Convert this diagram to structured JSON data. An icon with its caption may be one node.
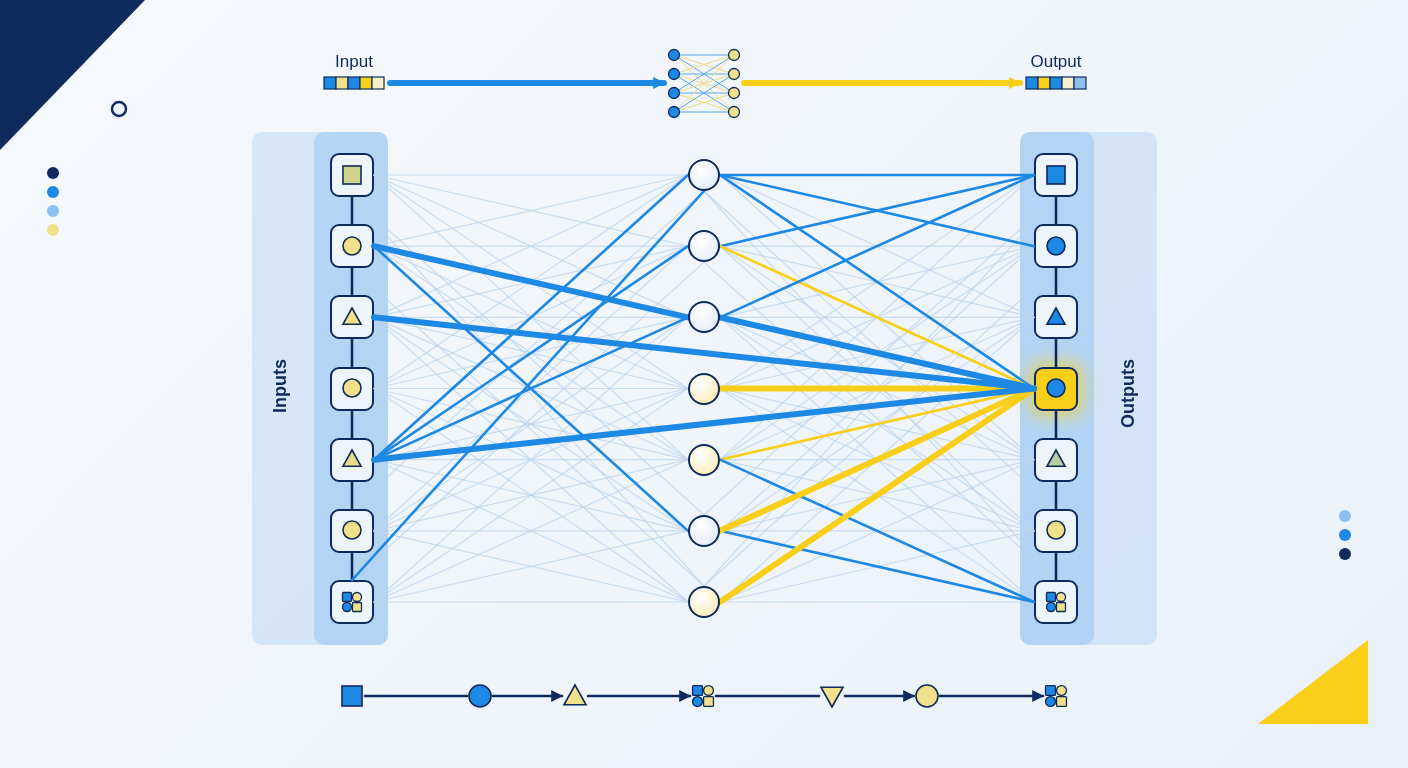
{
  "diagram": {
    "nodes": [
      {
        "text": [
          "Input"
        ]
      },
      {
        "text": [],
        "shape": "network"
      },
      {
        "text": [
          "Output"
        ]
      },
      {
        "text": [
          "Inputs"
        ]
      },
      {
        "text": [],
        "shape": "box",
        "in": 3
      },
      {
        "text": [],
        "shape": "box",
        "in": 3
      },
      {
        "text": [],
        "shape": "box",
        "in": 3
      },
      {
        "text": [],
        "shape": "box",
        "in": 3
      },
      {
        "text": [],
        "shape": "box",
        "in": 3
      },
      {
        "text": [],
        "shape": "box",
        "in": 3
      },
      {
        "text": [],
        "shape": "box",
        "in": 3
      },
      {
        "text": [],
        "shape": "circle"
      },
      {
        "text": [],
        "shape": "circle"
      },
      {
        "text": [],
        "shape": "circle"
      },
      {
        "text": [],
        "shape": "circle"
      },
      {
        "text": [],
        "shape": "circle"
      },
      {
        "text": [],
        "shape": "circle"
      },
      {
        "text": [],
        "shape": "circle"
      },
      {
        "text": [
          "Outputs"
        ]
      },
      {
        "text": [],
        "shape": "box",
        "in": 18
      },
      {
        "text": [],
        "shape": "box",
        "in": 18
      },
      {
        "text": [],
        "shape": "box",
        "in": 18
      },
      {
        "text": [],
        "shape": "box",
        "in": 18
      },
      {
        "text": [],
        "shape": "box",
        "in": 18
      },
      {
        "text": [],
        "shape": "box",
        "in": 18
      },
      {
        "text": [],
        "shape": "box",
        "in": 18
      },
      {
        "text": [],
        "shape": "square"
      },
      {
        "text": [],
        "shape": "circle"
      },
      {
        "text": [],
        "shape": "triangle"
      },
      {
        "text": [],
        "shape": "grid"
      },
      {
        "text": [],
        "shape": "triangle"
      },
      {
        "text": [],
        "shape": "circle"
      },
      {
        "text": [],
        "shape": "grid"
      }
    ],
    "edges": [
      {
        "from": 0,
        "to": 1,
        "arrow": "to",
        "style": "thick",
        "color": "#1e88e5"
      },
      {
        "from": 1,
        "to": 2,
        "arrow": "to",
        "style": "thick",
        "color": "#f9cf1a"
      },
      {
        "from": 4,
        "to": 5,
        "arrow": "none",
        "color": "#0f2a5c"
      },
      {
        "from": 5,
        "to": 6,
        "arrow": "none",
        "color": "#0f2a5c"
      },
      {
        "from": 6,
        "to": 7,
        "arrow": "none",
        "color": "#0f2a5c"
      },
      {
        "from": 7,
        "to": 8,
        "arrow": "none",
        "color": "#0f2a5c"
      },
      {
        "from": 8,
        "to": 9,
        "arrow": "none",
        "color": "#0f2a5c"
      },
      {
        "from": 9,
        "to": 10,
        "arrow": "none",
        "color": "#0f2a5c"
      },
      {
        "from": 19,
        "to": 20,
        "arrow": "none",
        "color": "#0f2a5c"
      },
      {
        "from": 20,
        "to": 21,
        "arrow": "none",
        "color": "#0f2a5c"
      },
      {
        "from": 21,
        "to": 22,
        "arrow": "none",
        "color": "#0f2a5c"
      },
      {
        "from": 22,
        "to": 23,
        "arrow": "none",
        "color": "#0f2a5c"
      },
      {
        "from": 23,
        "to": 24,
        "arrow": "none",
        "color": "#0f2a5c"
      },
      {
        "from": 24,
        "to": 25,
        "arrow": "none",
        "color": "#0f2a5c"
      },
      {
        "from": 4,
        "to": 11,
        "arrow": "none"
      },
      {
        "from": 4,
        "to": 12,
        "arrow": "none"
      },
      {
        "from": 4,
        "to": 13,
        "arrow": "none"
      },
      {
        "from": 4,
        "to": 14,
        "arrow": "none"
      },
      {
        "from": 4,
        "to": 15,
        "arrow": "none"
      },
      {
        "from": 4,
        "to": 16,
        "arrow": "none"
      },
      {
        "from": 4,
        "to": 17,
        "arrow": "none"
      },
      {
        "from": 5,
        "to": 11,
        "arrow": "none"
      },
      {
        "from": 5,
        "to": 12,
        "arrow": "none"
      },
      {
        "from": 5,
        "to": 13,
        "arrow": "none",
        "style": "thick",
        "color": "#1e88e5"
      },
      {
        "from": 5,
        "to": 14,
        "arrow": "none"
      },
      {
        "from": 5,
        "to": 15,
        "arrow": "none"
      },
      {
        "from": 5,
        "to": 16,
        "arrow": "none",
        "color": "#1e88e5"
      },
      {
        "from": 5,
        "to": 17,
        "arrow": "none"
      },
      {
        "from": 6,
        "to": 11,
        "arrow": "none"
      },
      {
        "from": 6,
        "to": 12,
        "arrow": "none"
      },
      {
        "from": 6,
        "to": 13,
        "arrow": "none"
      },
      {
        "from": 6,
        "to": 14,
        "arrow": "none"
      },
      {
        "from": 6,
        "to": 15,
        "arrow": "none"
      },
      {
        "from": 6,
        "to": 16,
        "arrow": "none"
      },
      {
        "from": 6,
        "to": 17,
        "arrow": "none"
      },
      {
        "from": 7,
        "to": 11,
        "arrow": "none"
      },
      {
        "from": 7,
        "to": 12,
        "arrow": "none"
      },
      {
        "from": 7,
        "to": 13,
        "arrow": "none"
      },
      {
        "from": 7,
        "to": 14,
        "arrow": "none"
      },
      {
        "from": 7,
        "to": 15,
        "arrow": "none"
      },
      {
        "from": 7,
        "to": 16,
        "arrow": "none"
      },
      {
        "from": 7,
        "to": 17,
        "arrow": "none"
      },
      {
        "from": 8,
        "to": 11,
        "arrow": "none",
        "color": "#1e88e5"
      },
      {
        "from": 8,
        "to": 12,
        "arrow": "none",
        "color": "#1e88e5"
      },
      {
        "from": 8,
        "to": 13,
        "arrow": "none",
        "color": "#1e88e5"
      },
      {
        "from": 8,
        "to": 14,
        "arrow": "none"
      },
      {
        "from": 8,
        "to": 15,
        "arrow": "none"
      },
      {
        "from": 8,
        "to": 16,
        "arrow": "none"
      },
      {
        "from": 8,
        "to": 17,
        "arrow": "none"
      },
      {
        "from": 9,
        "to": 11,
        "arrow": "none"
      },
      {
        "from": 9,
        "to": 12,
        "arrow": "none"
      },
      {
        "from": 9,
        "to": 13,
        "arrow": "none"
      },
      {
        "from": 9,
        "to": 14,
        "arrow": "none"
      },
      {
        "from": 9,
        "to": 15,
        "arrow": "none"
      },
      {
        "from": 9,
        "to": 16,
        "arrow": "none"
      },
      {
        "from": 9,
        "to": 17,
        "arrow": "none"
      },
      {
        "from": 10,
        "to": 11,
        "arrow": "none",
        "color": "#1e88e5"
      },
      {
        "from": 10,
        "to": 12,
        "arrow": "none"
      },
      {
        "from": 10,
        "to": 13,
        "arrow": "none"
      },
      {
        "from": 10,
        "to": 14,
        "arrow": "none"
      },
      {
        "from": 10,
        "to": 15,
        "arrow": "none"
      },
      {
        "from": 10,
        "to": 16,
        "arrow": "none"
      },
      {
        "from": 10,
        "to": 17,
        "arrow": "none"
      },
      {
        "from": 11,
        "to": 19,
        "arrow": "none",
        "color": "#1e88e5"
      },
      {
        "from": 11,
        "to": 20,
        "arrow": "none",
        "color": "#1e88e5"
      },
      {
        "from": 11,
        "to": 21,
        "arrow": "none"
      },
      {
        "from": 11,
        "to": 22,
        "arrow": "none",
        "color": "#1e88e5"
      },
      {
        "from": 11,
        "to": 23,
        "arrow": "none"
      },
      {
        "from": 11,
        "to": 24,
        "arrow": "none"
      },
      {
        "from": 11,
        "to": 25,
        "arrow": "none"
      },
      {
        "from": 12,
        "to": 19,
        "arrow": "none",
        "color": "#1e88e5"
      },
      {
        "from": 12,
        "to": 20,
        "arrow": "none"
      },
      {
        "from": 12,
        "to": 21,
        "arrow": "none"
      },
      {
        "from": 12,
        "to": 22,
        "arrow": "none",
        "color": "#f9cf1a"
      },
      {
        "from": 12,
        "to": 23,
        "arrow": "none"
      },
      {
        "from": 12,
        "to": 24,
        "arrow": "none"
      },
      {
        "from": 12,
        "to": 25,
        "arrow": "none"
      },
      {
        "from": 13,
        "to": 19,
        "arrow": "none",
        "color": "#1e88e5"
      },
      {
        "from": 13,
        "to": 20,
        "arrow": "none"
      },
      {
        "from": 13,
        "to": 21,
        "arrow": "none"
      },
      {
        "from": 13,
        "to": 22,
        "arrow": "none",
        "style": "thick",
        "color": "#1e88e5"
      },
      {
        "from": 13,
        "to": 23,
        "arrow": "none"
      },
      {
        "from": 13,
        "to": 24,
        "arrow": "none"
      },
      {
        "from": 13,
        "to": 25,
        "arrow": "none"
      },
      {
        "from": 14,
        "to": 19,
        "arrow": "none"
      },
      {
        "from": 14,
        "to": 20,
        "arrow": "none"
      },
      {
        "from": 14,
        "to": 21,
        "arrow": "none"
      },
      {
        "from": 14,
        "to": 22,
        "arrow": "none",
        "style": "thick",
        "color": "#f9cf1a"
      },
      {
        "from": 14,
        "to": 23,
        "arrow": "none"
      },
      {
        "from": 14,
        "to": 24,
        "arrow": "none"
      },
      {
        "from": 14,
        "to": 25,
        "arrow": "none"
      },
      {
        "from": 15,
        "to": 19,
        "arrow": "none"
      },
      {
        "from": 15,
        "to": 20,
        "arrow": "none"
      },
      {
        "from": 15,
        "to": 21,
        "arrow": "none"
      },
      {
        "from": 15,
        "to": 22,
        "arrow": "none",
        "color": "#f9cf1a"
      },
      {
        "from": 15,
        "to": 23,
        "arrow": "none"
      },
      {
        "from": 15,
        "to": 24,
        "arrow": "none"
      },
      {
        "from": 15,
        "to": 25,
        "arrow": "none",
        "color": "#1e88e5"
      },
      {
        "from": 16,
        "to": 19,
        "arrow": "none"
      },
      {
        "from": 16,
        "to": 20,
        "arrow": "none"
      },
      {
        "from": 16,
        "to": 21,
        "arrow": "none"
      },
      {
        "from": 16,
        "to": 22,
        "arrow": "none",
        "style": "thick",
        "color": "#f9cf1a"
      },
      {
        "from": 16,
        "to": 23,
        "arrow": "none"
      },
      {
        "from": 16,
        "to": 24,
        "arrow": "none"
      },
      {
        "from": 16,
        "to": 25,
        "arrow": "none",
        "color": "#1e88e5"
      },
      {
        "from": 17,
        "to": 19,
        "arrow": "none"
      },
      {
        "from": 17,
        "to": 20,
        "arrow": "none"
      },
      {
        "from": 17,
        "to": 21,
        "arrow": "none"
      },
      {
        "from": 17,
        "to": 22,
        "arrow": "none",
        "style": "thick",
        "color": "#f9cf1a"
      },
      {
        "from": 17,
        "to": 23,
        "arrow": "none"
      },
      {
        "from": 17,
        "to": 24,
        "arrow": "none"
      },
      {
        "from": 17,
        "to": 25,
        "arrow": "none"
      },
      {
        "from": 6,
        "to": 22,
        "arrow": "none",
        "style": "thick",
        "color": "#1e88e5"
      },
      {
        "from": 8,
        "to": 22,
        "arrow": "none",
        "style": "thick",
        "color": "#1e88e5"
      },
      {
        "from": 26,
        "to": 27,
        "arrow": "none",
        "color": "#0f2a5c"
      },
      {
        "from": 27,
        "to": 28,
        "arrow": "to",
        "color": "#0f2a5c"
      },
      {
        "from": 28,
        "to": 29,
        "arrow": "to",
        "color": "#0f2a5c"
      },
      {
        "from": 29,
        "to": 30,
        "arrow": "none",
        "color": "#0f2a5c"
      },
      {
        "from": 30,
        "to": 31,
        "arrow": "to",
        "color": "#0f2a5c"
      },
      {
        "from": 31,
        "to": 32,
        "arrow": "to",
        "color": "#0f2a5c"
      }
    ]
  }
}
